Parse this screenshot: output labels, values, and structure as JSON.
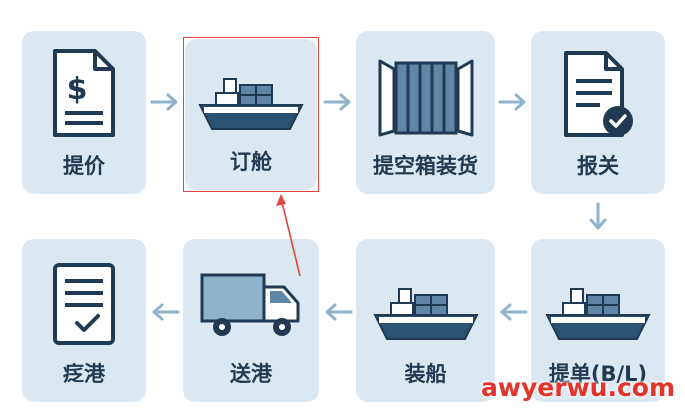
{
  "steps": {
    "quote": "提价",
    "booking": "订舱",
    "container_loading": "提空箱装货",
    "customs": "报关",
    "bill_of_lading": "提单(B/L)",
    "shipping": "装船",
    "to_port": "送港",
    "return_port": "疺港"
  },
  "watermark": "awyerwu.com",
  "colors": {
    "card_bg": "#dbe8f2",
    "dark_navy": "#1f3a52",
    "arrow": "#8fb3cc",
    "highlight": "#e0453f",
    "watermark": "#e3342b"
  },
  "icons": {
    "quote": "price-document-icon",
    "booking": "cargo-ship-icon",
    "container_loading": "open-container-icon",
    "customs": "approved-document-icon",
    "bill_of_lading": "cargo-ship-icon",
    "shipping": "cargo-ship-icon",
    "to_port": "truck-icon",
    "return_port": "checklist-document-icon"
  }
}
